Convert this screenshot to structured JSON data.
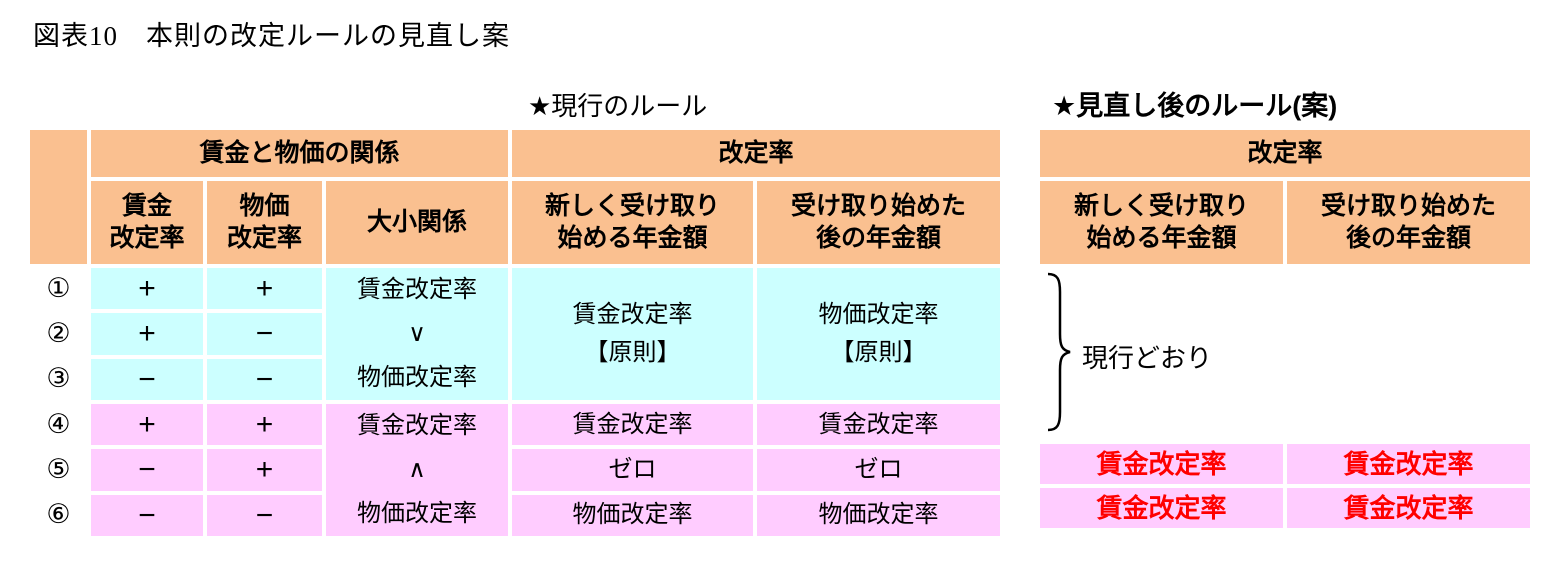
{
  "page": {
    "title": "図表10　本則の改定ルールの見直し案"
  },
  "labels": {
    "current": "★現行のルール",
    "revised": "★見直し後のルール(案)"
  },
  "colors": {
    "header_bg": "#FAC090",
    "cyan_bg": "#CCFFFF",
    "pink_bg": "#FFCCFF",
    "red_text": "#FF0000"
  },
  "left_table": {
    "headers": {
      "relation_group": "賃金と物価の関係",
      "rate_group": "改定率",
      "wage_rate": "賃金\n改定率",
      "price_rate": "物価\n改定率",
      "size_relation": "大小関係",
      "new_pension": "新しく受け取り\n始める年金額",
      "after_pension": "受け取り始めた\n後の年金額"
    },
    "merged": {
      "size_upper": "賃金改定率\n∨\n物価改定率",
      "size_lower": "賃金改定率\n∧\n物価改定率",
      "new_upper": "賃金改定率\n【原則】",
      "after_upper": "物価改定率\n【原則】"
    },
    "rows": [
      {
        "num": "①",
        "wage": "+",
        "price": "+"
      },
      {
        "num": "②",
        "wage": "+",
        "price": "−"
      },
      {
        "num": "③",
        "wage": "−",
        "price": "−"
      },
      {
        "num": "④",
        "wage": "+",
        "price": "+",
        "new": "賃金改定率",
        "after": "賃金改定率"
      },
      {
        "num": "⑤",
        "wage": "−",
        "price": "+",
        "new": "ゼロ",
        "after": "ゼロ"
      },
      {
        "num": "⑥",
        "wage": "−",
        "price": "−",
        "new": "物価改定率",
        "after": "物価改定率"
      }
    ]
  },
  "right_table": {
    "headers": {
      "rate_group": "改定率",
      "new_pension": "新しく受け取り\n始める年金額",
      "after_pension": "受け取り始めた\n後の年金額"
    },
    "unchanged_note": "現行どおり",
    "rows": [
      {
        "new": "賃金改定率",
        "after": "賃金改定率"
      },
      {
        "new": "賃金改定率",
        "after": "賃金改定率"
      }
    ]
  }
}
